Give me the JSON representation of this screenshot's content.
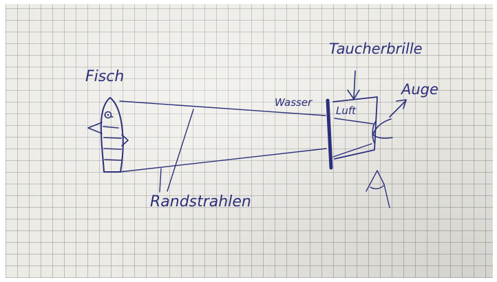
{
  "photo": {
    "ink_color": "#2b2f7a",
    "paper_color": "#ecebe6",
    "grid_color": "#8a8a8a"
  },
  "labels": {
    "fish": "Fisch",
    "edge_rays": "Randstrahlen",
    "water": "Wasser",
    "goggles": "Taucherbrille",
    "air": "Luft",
    "eye": "Auge"
  }
}
